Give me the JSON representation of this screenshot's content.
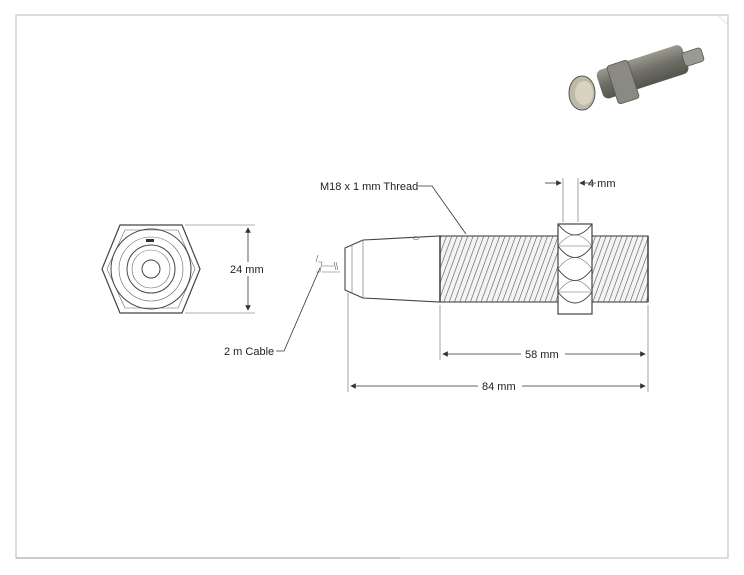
{
  "labels": {
    "thread": "M18 x 1 mm Thread",
    "nut_width": "4 mm",
    "hex_height": "24 mm",
    "cable": "2 m Cable",
    "thread_length": "58 mm",
    "total_length": "84 mm"
  },
  "colors": {
    "line": "#444444",
    "frame": "#bbbbbb",
    "sensor_body": "#7a7a72"
  }
}
